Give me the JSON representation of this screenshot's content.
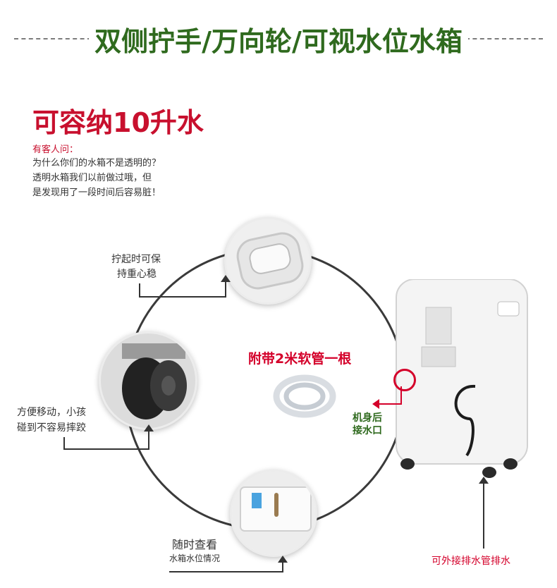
{
  "header": {
    "title": "双侧拧手/万向轮/可视水位水箱"
  },
  "capacity": {
    "title": "可容纳10升水",
    "note_label": "有客人问：",
    "note_lines": [
      "为什么你们的水箱不是透明的？",
      "透明水箱我们以前做过哦，但",
      "是发现用了一段时间后容易脏！"
    ]
  },
  "callouts": {
    "handle": [
      "拧起时可保",
      "持重心稳"
    ],
    "wheels": [
      "方便移动，小孩",
      "碰到不容易摔跤"
    ],
    "water_window_title": "随时查看",
    "water_window_sub": "水箱水位情况"
  },
  "hose": {
    "caption": "附带2米软管一根"
  },
  "drain": {
    "label_lines": [
      "机身后",
      "接水口"
    ],
    "external": "可外接排水管排水"
  },
  "colors": {
    "green_title": "#2f6a1e",
    "red_title": "#c8102e",
    "accent_red": "#d4002a"
  }
}
